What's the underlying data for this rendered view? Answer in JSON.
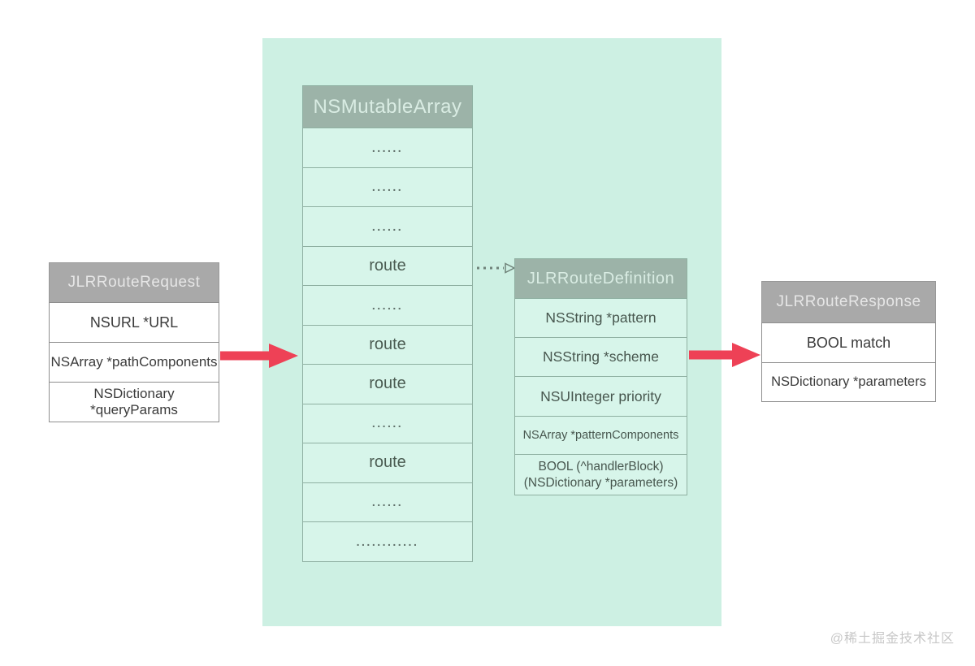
{
  "diagram": {
    "request": {
      "title": "JLRRouteRequest",
      "fields": [
        "NSURL *URL",
        "NSArray *pathComponents",
        "NSDictionary *queryParams"
      ]
    },
    "array": {
      "title": "NSMutableArray",
      "rows": [
        "......",
        "......",
        "......",
        "route",
        "......",
        "route",
        "route",
        "......",
        "route",
        "......",
        "............"
      ]
    },
    "definition": {
      "title": "JLRRouteDefinition",
      "fields": [
        "NSString *pattern",
        "NSString *scheme",
        "NSUInteger priority",
        "NSArray *patternComponents",
        "BOOL (^handlerBlock)\n(NSDictionary *parameters)"
      ]
    },
    "response": {
      "title": "JLRRouteResponse",
      "fields": [
        "BOOL match",
        "NSDictionary *parameters"
      ]
    }
  },
  "colors": {
    "panel_background": "#cdf0e3",
    "green_header": "#9cb3a8",
    "gray_header": "#a9a9a9",
    "arrow_red": "#ee4156",
    "dashed_arrow": "#6f8279"
  },
  "watermark": "@稀土掘金技术社区"
}
